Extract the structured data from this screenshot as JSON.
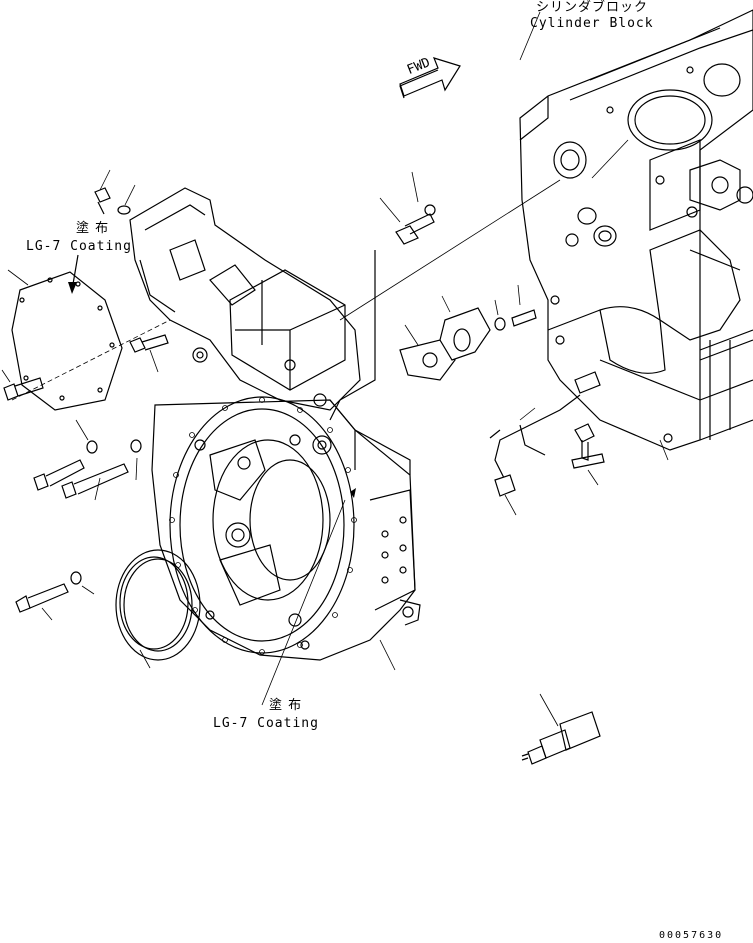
{
  "labels": {
    "cylinder_block_jp": "シリンダブロック",
    "cylinder_block_en": "Cylinder Block",
    "coating_top_jp": "塗 布",
    "coating_top_en": "LG-7 Coating",
    "coating_bottom_jp": "塗 布",
    "coating_bottom_en": "LG-7 Coating",
    "fwd": "FWD",
    "drawing_number": "00057630"
  }
}
